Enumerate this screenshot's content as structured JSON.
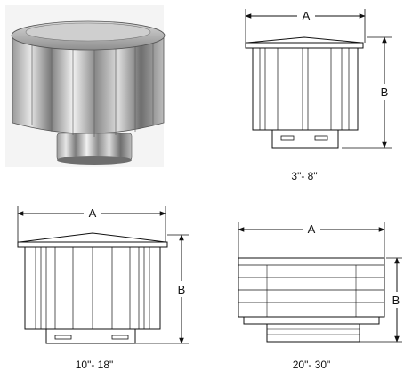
{
  "diagrams": [
    {
      "size_range": "3\"- 8\"",
      "width_label": "A",
      "height_label": "B"
    },
    {
      "size_range": "10\"- 18\"",
      "width_label": "A",
      "height_label": "B"
    },
    {
      "size_range": "20\"- 30\"",
      "width_label": "A",
      "height_label": "B"
    }
  ]
}
